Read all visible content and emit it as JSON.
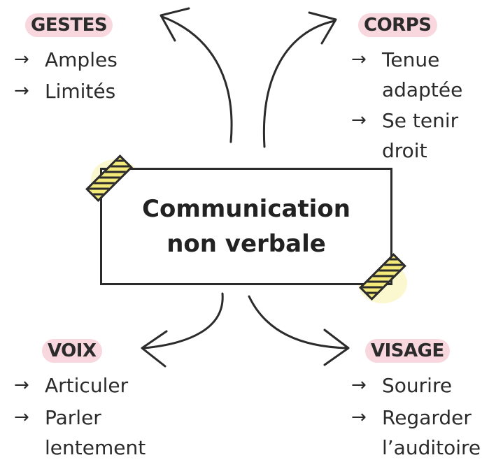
{
  "center": {
    "line1": "Communication",
    "line2": "non verbale"
  },
  "sections": {
    "gestes": {
      "heading": "GESTES",
      "items": [
        "Amples",
        "Limités"
      ]
    },
    "corps": {
      "heading": "CORPS",
      "items": [
        "Tenue\nadaptée",
        "Se tenir\ndroit"
      ]
    },
    "voix": {
      "heading": "VOIX",
      "items": [
        "Articuler",
        "Parler\nlentement"
      ]
    },
    "visage": {
      "heading": "VISAGE",
      "items": [
        "Sourire",
        "Regarder\nl’auditoire"
      ]
    }
  },
  "bullet_icon": "right-arrow-icon",
  "colors": {
    "heading_highlight": "#f9d7df",
    "tape": "#f4ea7a",
    "ink": "#2b2b2b"
  }
}
